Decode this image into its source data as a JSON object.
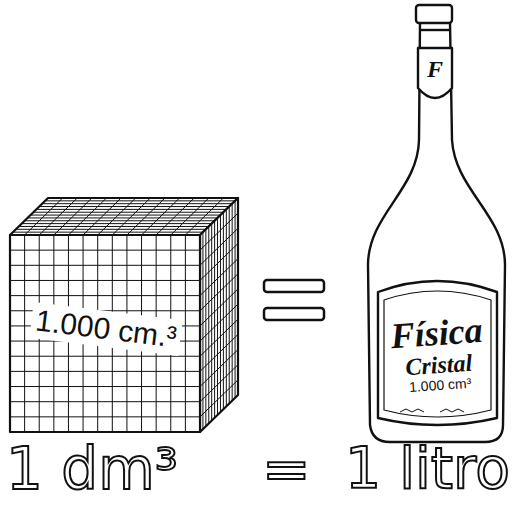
{
  "diagram": {
    "nodes": [
      {
        "text": [
          "1.000 cm.³"
        ]
      },
      {
        "text": [
          "Física",
          "Cristal",
          "1.000 cm³"
        ]
      },
      {
        "text": [
          "F"
        ]
      }
    ],
    "labels": [
      "1 dm³",
      "=",
      "1 litro"
    ]
  }
}
